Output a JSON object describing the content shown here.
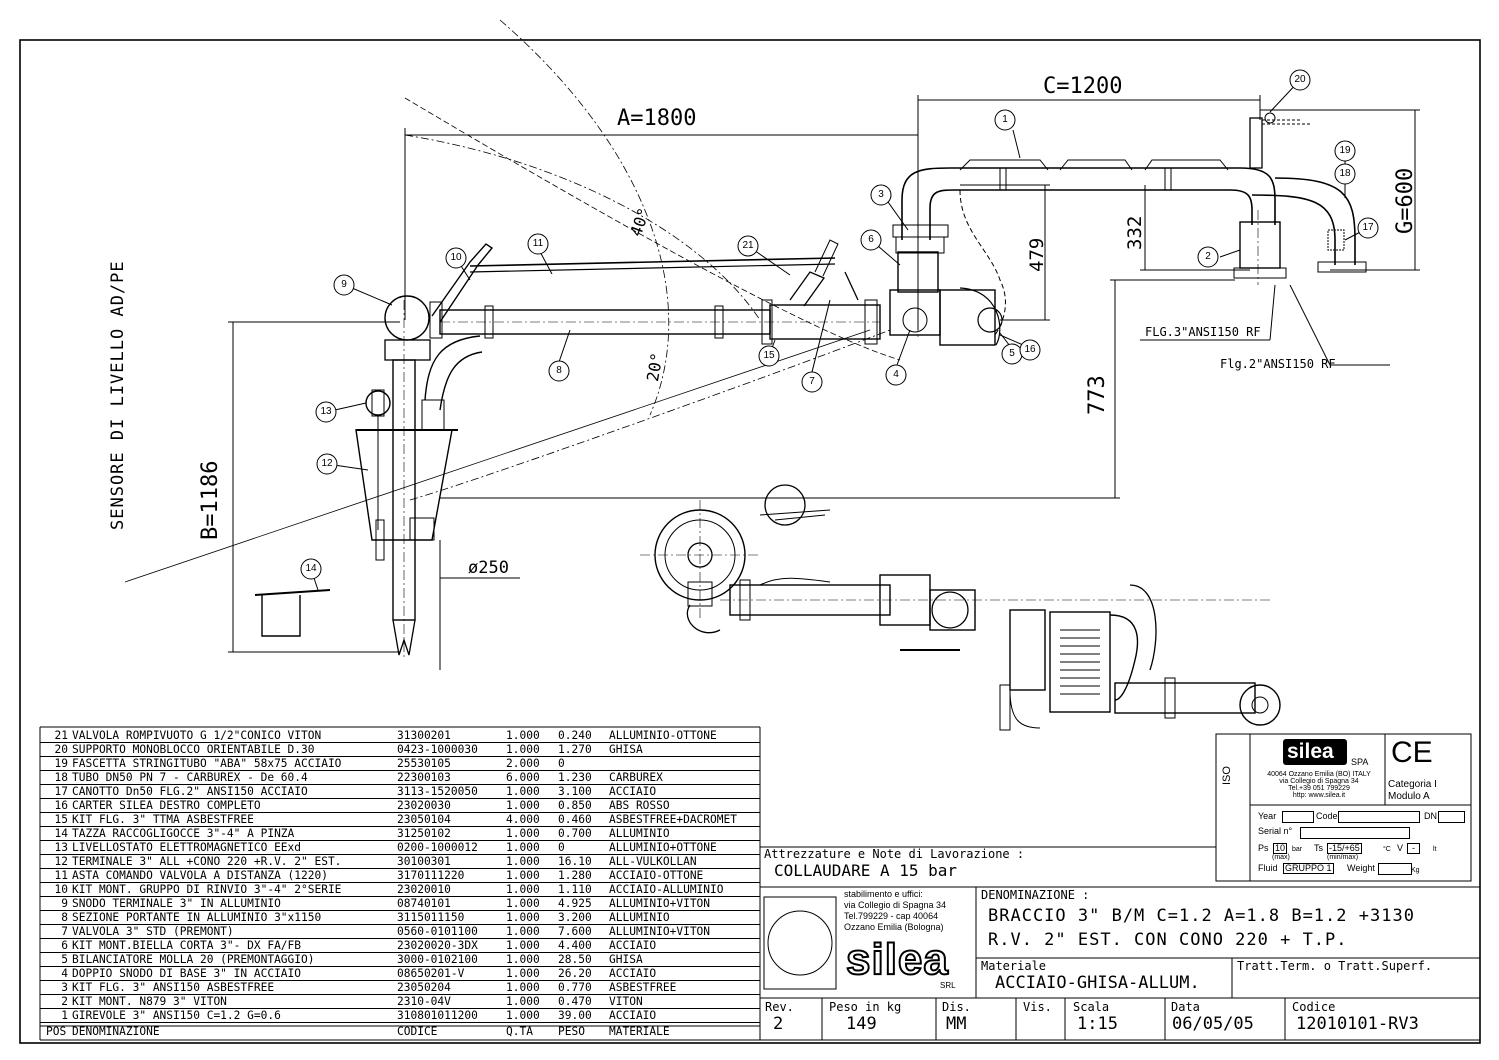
{
  "dimensions": {
    "A": "A=1800",
    "C": "C=1200",
    "B": "B=1186",
    "G": "G=600",
    "d479": "479",
    "d332": "332",
    "d773": "773",
    "d250": "ø250",
    "ang40": "40°",
    "ang20": "20°"
  },
  "side_notes": {
    "sensor": "SENSORE DI LIVELLO AD/PE",
    "flg3": "FLG.3\"ANSI150 RF",
    "flg2": "Flg.2\"ANSI150 RF"
  },
  "balloons": [
    "1",
    "2",
    "3",
    "4",
    "5",
    "6",
    "7",
    "8",
    "9",
    "10",
    "11",
    "12",
    "13",
    "14",
    "15",
    "16",
    "17",
    "18",
    "19",
    "20",
    "21"
  ],
  "parts_header": {
    "pos": "POS",
    "name": "DENOMINAZIONE",
    "code": "CODICE",
    "qty": "Q.TA",
    "weight": "PESO",
    "material": "MATERIALE"
  },
  "parts": [
    {
      "pos": "21",
      "name": "VALVOLA ROMPIVUOTO G 1/2\"CONICO VITON",
      "code": "31300201",
      "qty": "1.000",
      "weight": "0.240",
      "material": "ALLUMINIO-OTTONE"
    },
    {
      "pos": "20",
      "name": "SUPPORTO MONOBLOCCO ORIENTABILE D.30",
      "code": "0423-1000030",
      "qty": "1.000",
      "weight": "1.270",
      "material": "GHISA"
    },
    {
      "pos": "19",
      "name": "FASCETTA STRINGITUBO \"ABA\" 58x75 ACCIAIO",
      "code": "25530105",
      "qty": "2.000",
      "weight": "0",
      "material": ""
    },
    {
      "pos": "18",
      "name": "TUBO DN50 PN 7 - CARBUREX - De 60.4",
      "code": "22300103",
      "qty": "6.000",
      "weight": "1.230",
      "material": "CARBUREX"
    },
    {
      "pos": "17",
      "name": "CANOTTO Dn50  FLG.2\" ANSI150 ACCIAIO",
      "code": "3113-1520050",
      "qty": "1.000",
      "weight": "3.100",
      "material": "ACCIAIO"
    },
    {
      "pos": "16",
      "name": "CARTER SILEA DESTRO COMPLETO",
      "code": "23020030",
      "qty": "1.000",
      "weight": "0.850",
      "material": "ABS ROSSO"
    },
    {
      "pos": "15",
      "name": "KIT FLG. 3\" TTMA ASBESTFREE",
      "code": "23050104",
      "qty": "4.000",
      "weight": "0.460",
      "material": "ASBESTFREE+DACROMET"
    },
    {
      "pos": "14",
      "name": "TAZZA RACCOGLIGOCCE 3\"-4\" A PINZA",
      "code": "31250102",
      "qty": "1.000",
      "weight": "0.700",
      "material": "ALLUMINIO"
    },
    {
      "pos": "13",
      "name": "LIVELLOSTATO ELETTROMAGNETICO EExd",
      "code": "0200-1000012",
      "qty": "1.000",
      "weight": "0",
      "material": "ALLUMINIO+OTTONE"
    },
    {
      "pos": "12",
      "name": "TERMINALE 3\" ALL +CONO 220 +R.V. 2\" EST.",
      "code": "30100301",
      "qty": "1.000",
      "weight": "16.10",
      "material": "ALL-VULKOLLAN"
    },
    {
      "pos": "11",
      "name": "ASTA COMANDO VALVOLA A DISTANZA   (1220)",
      "code": "3170111220",
      "qty": "1.000",
      "weight": "1.280",
      "material": "ACCIAIO-OTTONE"
    },
    {
      "pos": "10",
      "name": "KIT MONT. GRUPPO DI RINVIO 3\"-4\" 2°SERIE",
      "code": "23020010",
      "qty": "1.000",
      "weight": "1.110",
      "material": "ACCIAIO-ALLUMINIO"
    },
    {
      "pos": "9",
      "name": "SNODO TERMINALE 3\" IN ALLUMINIO",
      "code": "08740101",
      "qty": "1.000",
      "weight": "4.925",
      "material": "ALLUMINIO+VITON"
    },
    {
      "pos": "8",
      "name": "SEZIONE PORTANTE IN ALLUMINIO     3\"x1150",
      "code": "3115011150",
      "qty": "1.000",
      "weight": "3.200",
      "material": "ALLUMINIO"
    },
    {
      "pos": "7",
      "name": "VALVOLA 3\" STD                (PREMONT)",
      "code": "0560-0101100",
      "qty": "1.000",
      "weight": "7.600",
      "material": "ALLUMINIO+VITON"
    },
    {
      "pos": "6",
      "name": "KIT MONT.BIELLA CORTA 3\"- DX FA/FB",
      "code": "23020020-3DX",
      "qty": "1.000",
      "weight": "4.400",
      "material": "ACCIAIO"
    },
    {
      "pos": "5",
      "name": "BILANCIATORE MOLLA 20 (PREMONTAGGIO)",
      "code": "3000-0102100",
      "qty": "1.000",
      "weight": "28.50",
      "material": "GHISA"
    },
    {
      "pos": "4",
      "name": "DOPPIO SNODO DI BASE 3\" IN ACCIAIO",
      "code": "08650201-V",
      "qty": "1.000",
      "weight": "26.20",
      "material": "ACCIAIO"
    },
    {
      "pos": "3",
      "name": "KIT FLG. 3\" ANSI150 ASBESTFREE",
      "code": "23050204",
      "qty": "1.000",
      "weight": "0.770",
      "material": "ASBESTFREE"
    },
    {
      "pos": "2",
      "name": "KIT MONT. N879 3\" VITON",
      "code": "2310-04V",
      "qty": "1.000",
      "weight": "0.470",
      "material": "VITON"
    },
    {
      "pos": "1",
      "name": "GIREVOLE 3\" ANSI150 C=1.2 G=0.6",
      "code": "310801011200",
      "qty": "1.000",
      "weight": "39.00",
      "material": "ACCIAIO"
    }
  ],
  "title_block": {
    "notes_label": "Attrezzature e Note di Lavorazione :",
    "notes_value": "COLLAUDARE A 15 bar",
    "address": [
      "stabilimento e uffici:",
      "via Collegio di Spagna 34",
      "Tel.799229 - cap 40064",
      "Ozzano Emilia (Bologna)"
    ],
    "logo_text": "silea",
    "logo_sub": "SRL",
    "denominazione_label": "DENOMINAZIONE :",
    "denominazione_1": "BRACCIO 3\" B/M C=1.2 A=1.8 B=1.2 +3130",
    "denominazione_2": "R.V. 2\" EST. CON CONO 220 + T.P.",
    "materiale_label": "Materiale",
    "materiale_value": "ACCIAIO-GHISA-ALLUM.",
    "tratt_label": "Tratt.Term. o Tratt.Superf.",
    "rev_label": "Rev.",
    "rev_value": "2",
    "peso_label": "Peso in kg",
    "peso_value": "149",
    "dis_label": "Dis.",
    "dis_value": "MM",
    "vis_label": "Vis.",
    "scala_label": "Scala",
    "scala_value": "1:15",
    "data_label": "Data",
    "data_value": "06/05/05",
    "codice_label": "Codice",
    "codice_value": "12010101-RV3"
  },
  "ce_block": {
    "brand": "silea",
    "brand_suffix": "SPA",
    "address_1": "40064 Ozzano Emilia (BO) ITALY",
    "address_2": "via Collegio di Spagna 34",
    "address_3": "Tel.+39 051 799229",
    "address_4": "http: www.silea.it",
    "ce_mark": "CE",
    "categoria": "Categoria I",
    "modulo": "Modulo A",
    "iso": "ISO",
    "year": "Year",
    "code": "Code",
    "dn": "DN",
    "serial": "Serial n°",
    "ps": "Ps",
    "ps_value": "10",
    "bar": "bar",
    "max": "(max)",
    "ts": "Ts",
    "ts_value": "-15/+65",
    "ts_unit": "°C",
    "minmax": "(min/max)",
    "v": "V",
    "v_value": "-",
    "lt": "lt",
    "fluid": "Fluid",
    "fluid_value": "GRUPPO 1",
    "weight": "Weight",
    "kg": "Kg"
  }
}
